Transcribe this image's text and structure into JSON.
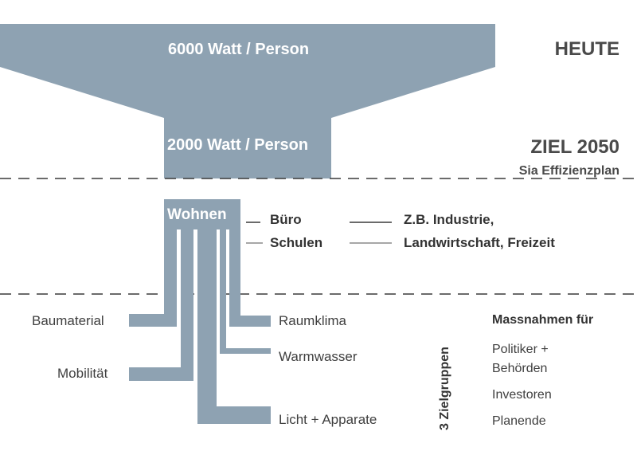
{
  "colors": {
    "shape": "#8ea2b2",
    "line": "#3a3a3a"
  },
  "top_bar_label": "6000 Watt / Person",
  "neck_label": "2000 Watt / Person",
  "heute_label": "HEUTE",
  "ziel_label": "ZIEL 2050",
  "ziel_sub": "Sia Effizienzplan",
  "wohnen_label": "Wohnen",
  "buero_label": "Büro",
  "schulen_label": "Schulen",
  "industrie_line1": "Z.B. Industrie,",
  "industrie_line2": "Landwirtschaft, Freizeit",
  "branches_left": [
    "Baumaterial",
    "Mobilität"
  ],
  "branches_right": [
    "Raumklima",
    "Warmwasser",
    "Licht + Apparate"
  ],
  "zielgruppen_label": "3 Zielgruppen",
  "massnahmen": {
    "title": "Massnahmen für",
    "items": [
      "Politiker +",
      "Behörden",
      "Investoren",
      "Planende"
    ]
  }
}
